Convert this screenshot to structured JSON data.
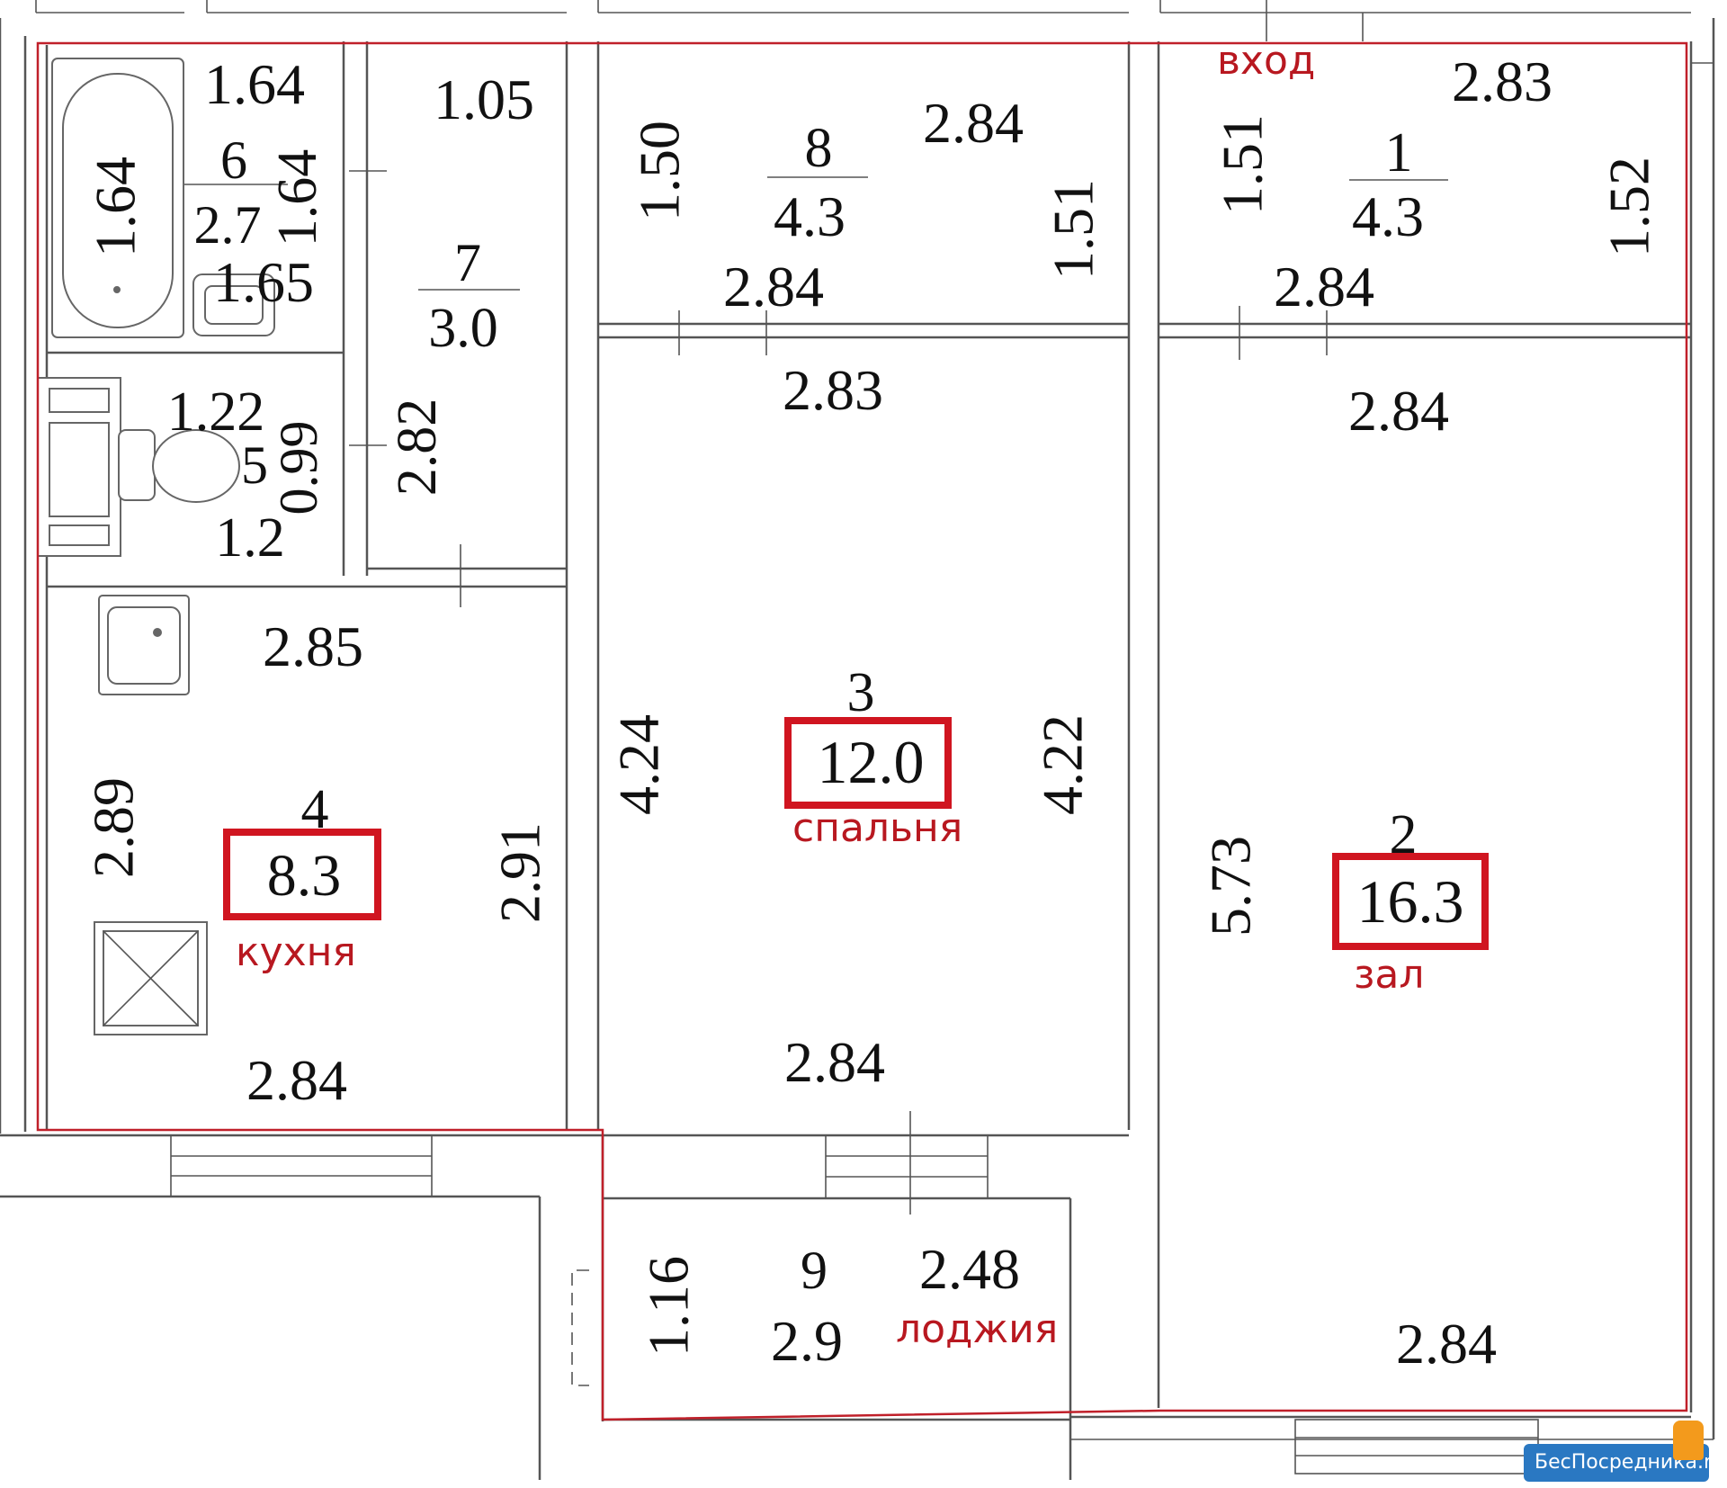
{
  "plan": {
    "rooms": [
      {
        "id": "1",
        "number": "1",
        "area": "4.3",
        "label": "вход",
        "highlighted": false
      },
      {
        "id": "2",
        "number": "2",
        "area": "16.3",
        "label": "зал",
        "highlighted": true
      },
      {
        "id": "3",
        "number": "3",
        "area": "12.0",
        "label": "спальня",
        "highlighted": true
      },
      {
        "id": "4",
        "number": "4",
        "area": "8.3",
        "label": "кухня",
        "highlighted": true
      },
      {
        "id": "5",
        "number": "5",
        "area": "",
        "label": "",
        "highlighted": false
      },
      {
        "id": "6",
        "number": "6",
        "area": "2.7",
        "label": "",
        "highlighted": false
      },
      {
        "id": "7",
        "number": "7",
        "area": "3.0",
        "label": "",
        "highlighted": false
      },
      {
        "id": "8",
        "number": "8",
        "area": "4.3",
        "label": "",
        "highlighted": false
      },
      {
        "id": "9",
        "number": "9",
        "area": "2.9",
        "label": "лоджия",
        "highlighted": false
      }
    ],
    "dimensions": {
      "bath_top": "1.64",
      "bath_side": "1.64",
      "bath_right": "1.64",
      "bath_bottom": "1.65",
      "wc_top": "1.22",
      "wc_right": "0.99",
      "wc_bottom": "1.2",
      "corr7_top": "1.05",
      "corr7_side": "2.82",
      "hall8_left": "1.50",
      "hall8_top": "2.84",
      "hall8_right": "1.51",
      "hall8_bottom": "2.84",
      "hall1_left": "1.51",
      "hall1_top": "2.83",
      "hall1_right": "1.52",
      "hall1_bottom": "2.84",
      "bed_top": "2.83",
      "bed_left": "4.24",
      "bed_right": "4.22",
      "bed_bottom": "2.84",
      "liv_top": "2.84",
      "liv_left": "5.73",
      "liv_bottom": "2.84",
      "kit_top": "2.85",
      "kit_left": "2.89",
      "kit_right": "2.91",
      "kit_bottom": "2.84",
      "log_left": "1.16",
      "log_top": "2.48"
    },
    "watermark": "БесПосредника.ru"
  }
}
